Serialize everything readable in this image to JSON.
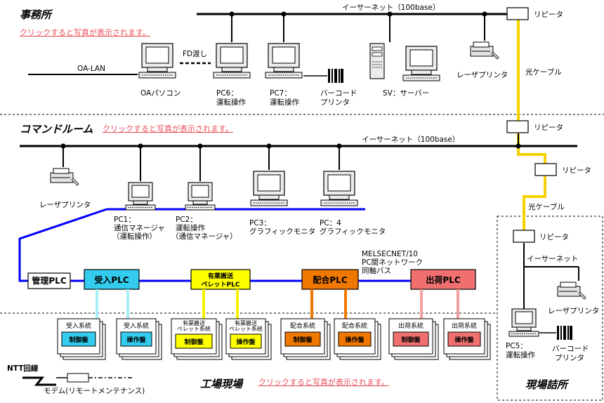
{
  "sections": {
    "office": {
      "title": "事務所",
      "link": "クリックすると写真が表示されます。"
    },
    "command": {
      "title": "コマンドルーム",
      "link": "クリックすると写真が表示されます。"
    },
    "factory": {
      "title": "工場現場",
      "link": "クリックすると写真が表示されます。"
    },
    "site_office": {
      "title": "現場詰所"
    }
  },
  "network": {
    "ethernet_top": "イーサーネット（100base）",
    "ethernet_mid": "イーサーネット（100base）",
    "ethernet_site": "イーサーネット",
    "oa_lan": "OA-LAN",
    "fd": "FD渡し",
    "repeater_1": "リピータ",
    "repeater_2": "リピータ",
    "repeater_3": "リピータ",
    "repeater_4": "リピータ",
    "fiber_1": "光ケーブル",
    "fiber_2": "光ケーブル",
    "melsec": [
      "MELSECNET/10",
      "PC間ネットワーク",
      "同軸バス"
    ],
    "ntt": "NTT回線",
    "modem": "モデム(リモートメンテナンス)"
  },
  "office_devices": {
    "oa_pc": "OAパソコン",
    "pc6": [
      "PC6：",
      "運転操作"
    ],
    "pc7": [
      "PC7：",
      "運転操作"
    ],
    "barcode": [
      "バーコード",
      "プリンタ"
    ],
    "sv": "SV：サーバー",
    "laser": "レーザプリンタ"
  },
  "command_devices": {
    "laser": "レーザプリンタ",
    "pc1": [
      "PC1：",
      "通信マネージャ",
      "（運転操作）"
    ],
    "pc2": [
      "PC2：",
      "運転操作",
      "（通信マネージャ）"
    ],
    "pc3": [
      "PC3：",
      "グラフィックモニタ"
    ],
    "pc4": [
      "PC：4",
      "グラフィックモニタ"
    ]
  },
  "site_devices": {
    "laser": "レーザプリンタ",
    "pc5": [
      "PC5：",
      "運転操作"
    ],
    "barcode": [
      "バーコード",
      "プリンタ"
    ]
  },
  "plcs": {
    "kanri": "管理PLC",
    "ukeire": "受入PLC",
    "yuyaku": [
      "有薬搬送",
      "ペレットPLC"
    ],
    "haigo": "配合PLC",
    "shukka": "出荷PLC"
  },
  "panels": [
    {
      "system": "受入系統",
      "panel": "制御盤"
    },
    {
      "system": "受入系統",
      "panel": "操作盤"
    },
    {
      "system": [
        "有薬搬送",
        "ペレット系統"
      ],
      "panel": "制御盤"
    },
    {
      "system": [
        "有薬搬送",
        "ペレット系統"
      ],
      "panel": "操作盤"
    },
    {
      "system": "配合系統",
      "panel": "制御盤"
    },
    {
      "system": "配合系統",
      "panel": "操作盤"
    },
    {
      "system": "出荷系統",
      "panel": "制御盤"
    },
    {
      "system": "出荷系統",
      "panel": "操作盤"
    }
  ],
  "colors": {
    "fiber": "#f5d200",
    "coax": "#0000ff",
    "ukeire": "#33ccee",
    "yuyaku": "#ffff00",
    "haigo": "#f07800",
    "shukka": "#f07070",
    "link_text": "#e8505b"
  }
}
